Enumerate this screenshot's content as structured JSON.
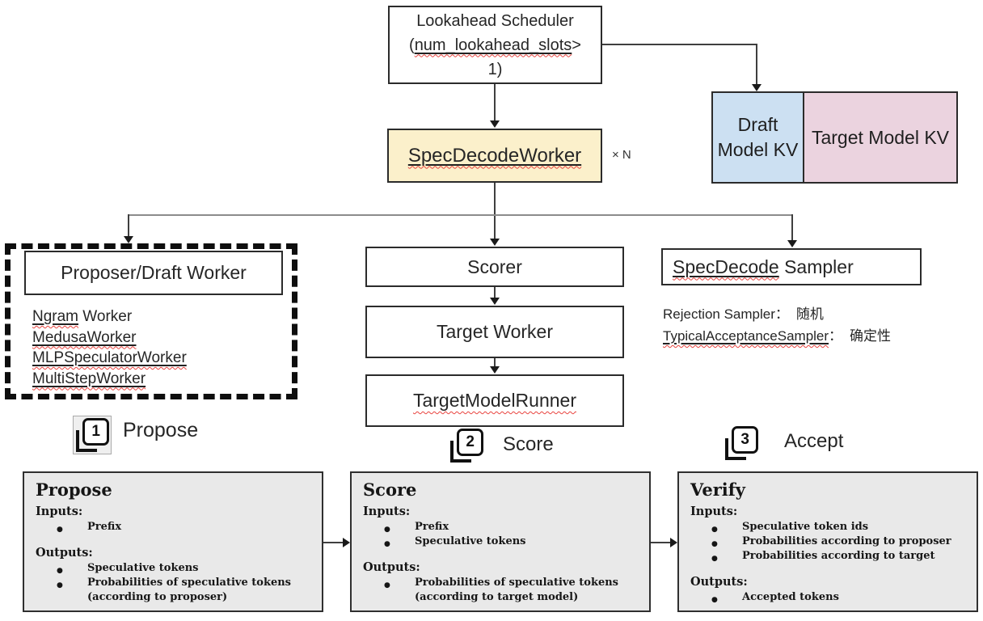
{
  "colors": {
    "spec_decode_worker_fill": "#FBF0CB",
    "draft_kv_fill": "#CCE0F2",
    "target_kv_fill": "#EBD3DF",
    "step_box_fill": "#E9E9E9",
    "squiggle_red": "#e8433e",
    "line_dark": "#3f3f3f",
    "line_gray": "#8c8c8c"
  },
  "scheduler": {
    "line1": "Lookahead Scheduler",
    "line2_prefix": "(",
    "line2_code": "num_lookahead_slots",
    "line2_suffix": ">",
    "line3": "1)"
  },
  "spec_decode_worker": {
    "label": "SpecDecodeWorker",
    "multiplier": "× N"
  },
  "kv_boxes": {
    "draft_label": "Draft Model KV",
    "target_label": "Target Model KV"
  },
  "proposer_group": {
    "title": "Proposer/Draft Worker",
    "workers": [
      {
        "marked": "Ngram",
        "rest": " Worker"
      },
      {
        "marked": "MedusaWorker",
        "rest": ""
      },
      {
        "marked": "MLPSpeculatorWorker",
        "rest": ""
      },
      {
        "marked": "MultiStepWorker",
        "rest": ""
      }
    ]
  },
  "scorer": {
    "label": "Scorer"
  },
  "target_worker": {
    "label": "Target Worker"
  },
  "target_model_runner": {
    "label": "TargetModelRunner"
  },
  "sampler": {
    "title_marked": "SpecDecode",
    "title_rest": " Sampler",
    "notes": [
      {
        "name": "Rejection Sampler",
        "marked": false,
        "sep": "：",
        "value": "随机"
      },
      {
        "name": "TypicalAcceptanceSampler",
        "marked": true,
        "sep": "：",
        "value": "确定性"
      }
    ]
  },
  "badges": [
    {
      "number": "1",
      "label": "Propose"
    },
    {
      "number": "2",
      "label": "Score"
    },
    {
      "number": "3",
      "label": "Accept"
    }
  ],
  "steps": [
    {
      "title": "Propose",
      "sections": [
        {
          "label": "Inputs:",
          "bullets": [
            "Prefix"
          ]
        },
        {
          "label": "Outputs:",
          "bullets": [
            "Speculative tokens",
            "Probabilities of speculative tokens (according to proposer)"
          ]
        }
      ]
    },
    {
      "title": "Score",
      "sections": [
        {
          "label": "Inputs:",
          "bullets": [
            "Prefix",
            "Speculative tokens"
          ]
        },
        {
          "label": "Outputs:",
          "bullets": [
            "Probabilities of speculative tokens (according to target model)"
          ]
        }
      ]
    },
    {
      "title": "Verify",
      "sections": [
        {
          "label": "Inputs:",
          "bullets": [
            "Speculative token ids",
            "Probabilities according to proposer",
            "Probabilities according to target"
          ]
        },
        {
          "label": "Outputs:",
          "bullets": [
            "Accepted tokens"
          ]
        }
      ]
    }
  ]
}
